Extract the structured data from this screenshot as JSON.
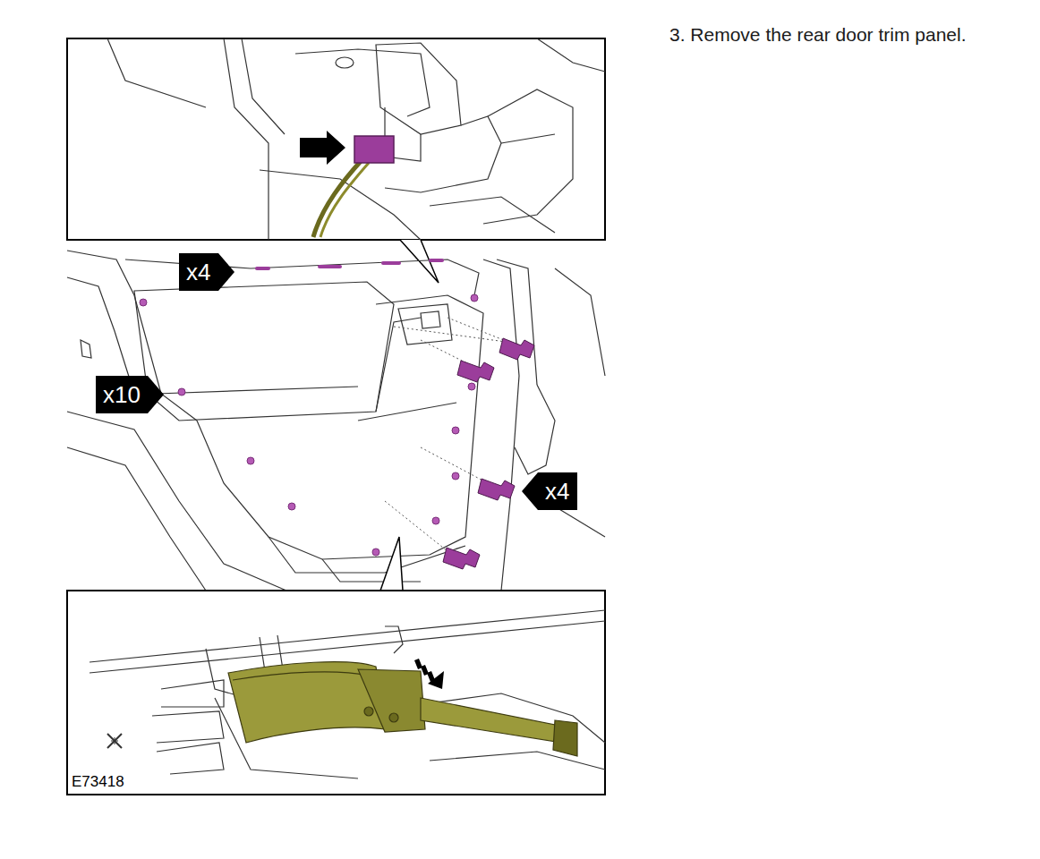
{
  "diagram": {
    "nodes": [
      {
        "text": [
          "x4"
        ]
      },
      {
        "text": [
          "x10"
        ]
      },
      {
        "text": [
          "x4"
        ]
      }
    ],
    "labels": [
      "3. Remove the rear door trim panel.",
      "E73418"
    ]
  }
}
